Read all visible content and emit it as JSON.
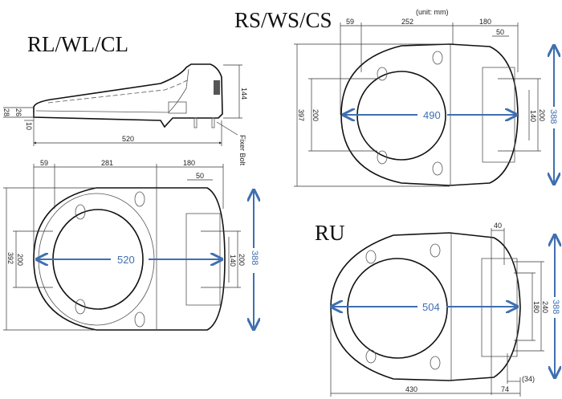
{
  "unit_label": "(unit: mm)",
  "models": {
    "rl": {
      "title": "RL/WL/CL",
      "side": {
        "height": "144",
        "length": "520",
        "d28": "28",
        "d26": "26",
        "d10": "10",
        "fixer_bolt": "Fixer Bolt"
      },
      "top": {
        "w1": "59",
        "w2": "281",
        "w3": "180",
        "w4": "50",
        "depth": "392",
        "inner_left": "200",
        "inner_right": "200",
        "bolt_span": "140",
        "width_blue": "388",
        "length_blue": "520"
      }
    },
    "rs": {
      "title": "RS/WS/CS",
      "top": {
        "w1": "59",
        "w2": "252",
        "w3": "180",
        "w4": "50",
        "depth": "397",
        "inner_left": "200",
        "inner_right": "200",
        "bolt_span": "140",
        "width_blue": "388",
        "length_blue": "490"
      }
    },
    "ru": {
      "title": "RU",
      "top": {
        "d40": "40",
        "d240": "240",
        "d180": "180",
        "width_blue": "388",
        "length_blue": "504",
        "d430": "430",
        "d74": "74",
        "d34": "(34)"
      }
    }
  },
  "colors": {
    "accent": "#3f6fb0"
  }
}
